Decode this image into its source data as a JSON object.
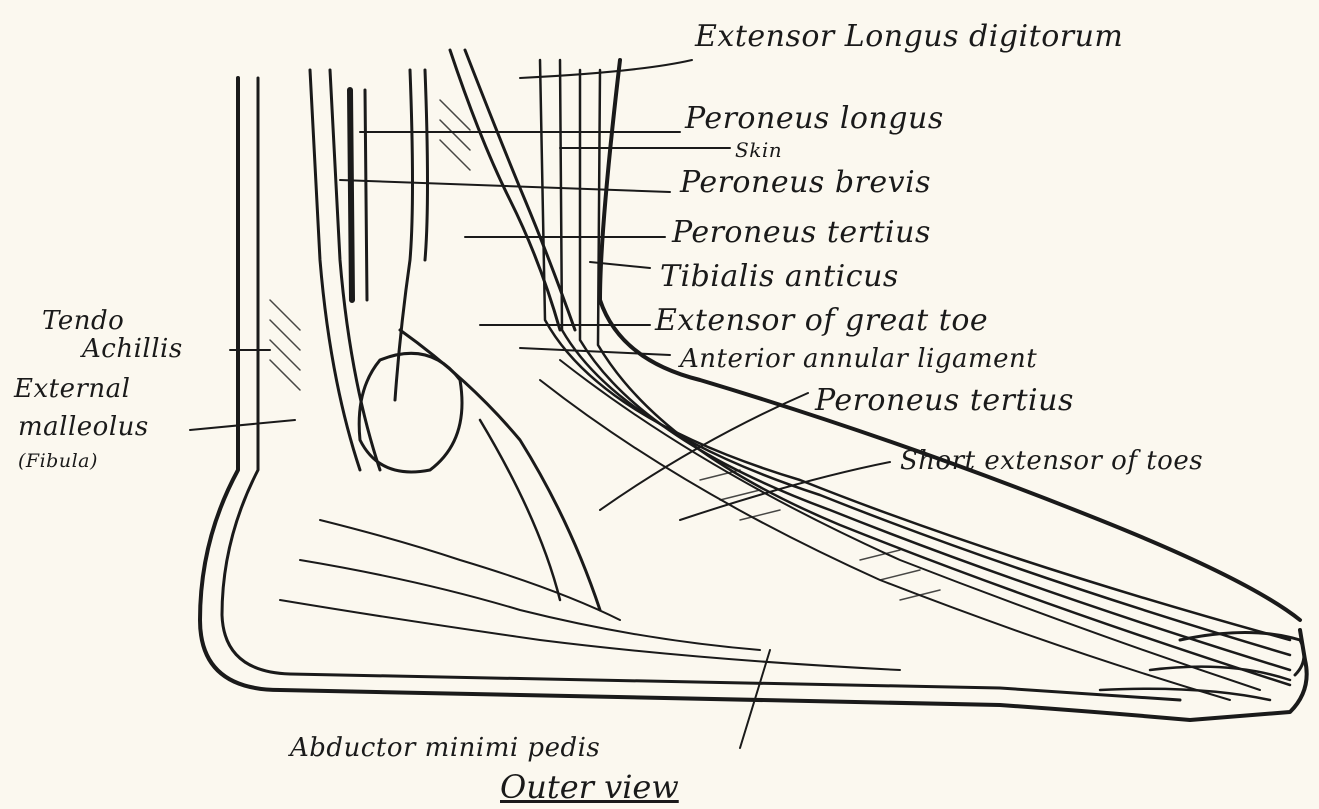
{
  "labels": {
    "extensor_longus_digitorum": "Extensor Longus digitorum",
    "peroneus_longus": "Peroneus longus",
    "skin": "Skin",
    "peroneus_brevis": "Peroneus brevis",
    "peroneus_tertius_upper": "Peroneus tertius",
    "tibialis_anticus": "Tibialis anticus",
    "extensor_great_toe": "Extensor of great toe",
    "anterior_annular_ligament": "Anterior annular ligament",
    "peroneus_tertius_lower": "Peroneus tertius",
    "short_extensor_toes": "Short extensor of toes",
    "tendo_achillis_1": "Tendo",
    "tendo_achillis_2": "Achillis",
    "external_malleolus_1": "External",
    "external_malleolus_2": "malleolus",
    "external_malleolus_3": "(Fibula)",
    "abductor_minimi_pedis": "Abductor minimi pedis"
  },
  "caption": "Outer view",
  "colors": {
    "ink": "#1a1a1a",
    "paper": "#fbf8ef"
  }
}
